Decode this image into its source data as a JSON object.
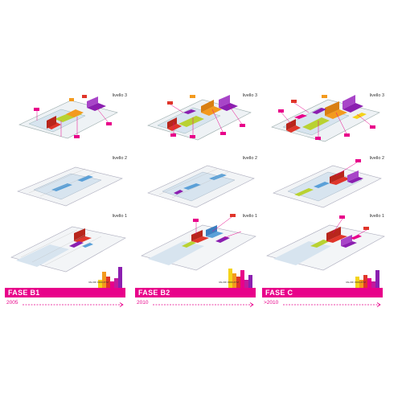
{
  "panels": [
    {
      "phase": "FASE B1",
      "year": "2005",
      "levels": [
        "livello 3",
        "livello 2",
        "livello 1"
      ],
      "legend_caption": "VALORI INDICATIVI",
      "legend_scale": "1 2 3 4 5 6"
    },
    {
      "phase": "FASE B2",
      "year": "2010",
      "levels": [
        "livello 3",
        "livello 2",
        "livello 1"
      ],
      "legend_caption": "VALORI INDICATIVI",
      "legend_scale": "1 2 3 4 5 6"
    },
    {
      "phase": "FASE C",
      "year": ">2010",
      "levels": [
        "livello 3",
        "livello 2",
        "livello 1"
      ],
      "legend_caption": "VALORI INDICATIVI",
      "legend_scale": "1 2 3 4 5 6"
    }
  ],
  "colors": {
    "accent": "#e8008a",
    "purple": "#8b1fb0",
    "orange": "#f39a1e",
    "red": "#e0352a",
    "yellow": "#f4d31a",
    "lime": "#b9d232",
    "blue": "#5aa0d8",
    "floor": "#d7e4ef"
  }
}
